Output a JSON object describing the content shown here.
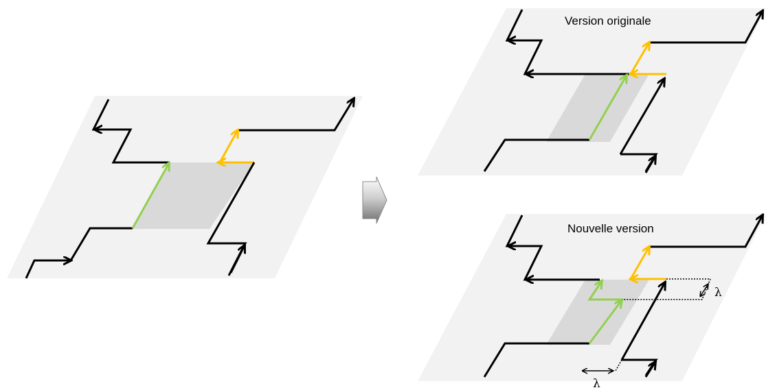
{
  "panels": {
    "original": {
      "title": "Version originale"
    },
    "new": {
      "title": "Nouvelle version"
    }
  },
  "annotations": {
    "lambda_vertical": "λ",
    "lambda_horizontal": "λ"
  },
  "icons": {
    "transition": "right-arrow-icon"
  },
  "colors": {
    "plane": "#f2f2f2",
    "shaded_region": "#d9d9d9",
    "path": "#000000",
    "green_path": "#92d050",
    "orange_path": "#ffc000"
  }
}
